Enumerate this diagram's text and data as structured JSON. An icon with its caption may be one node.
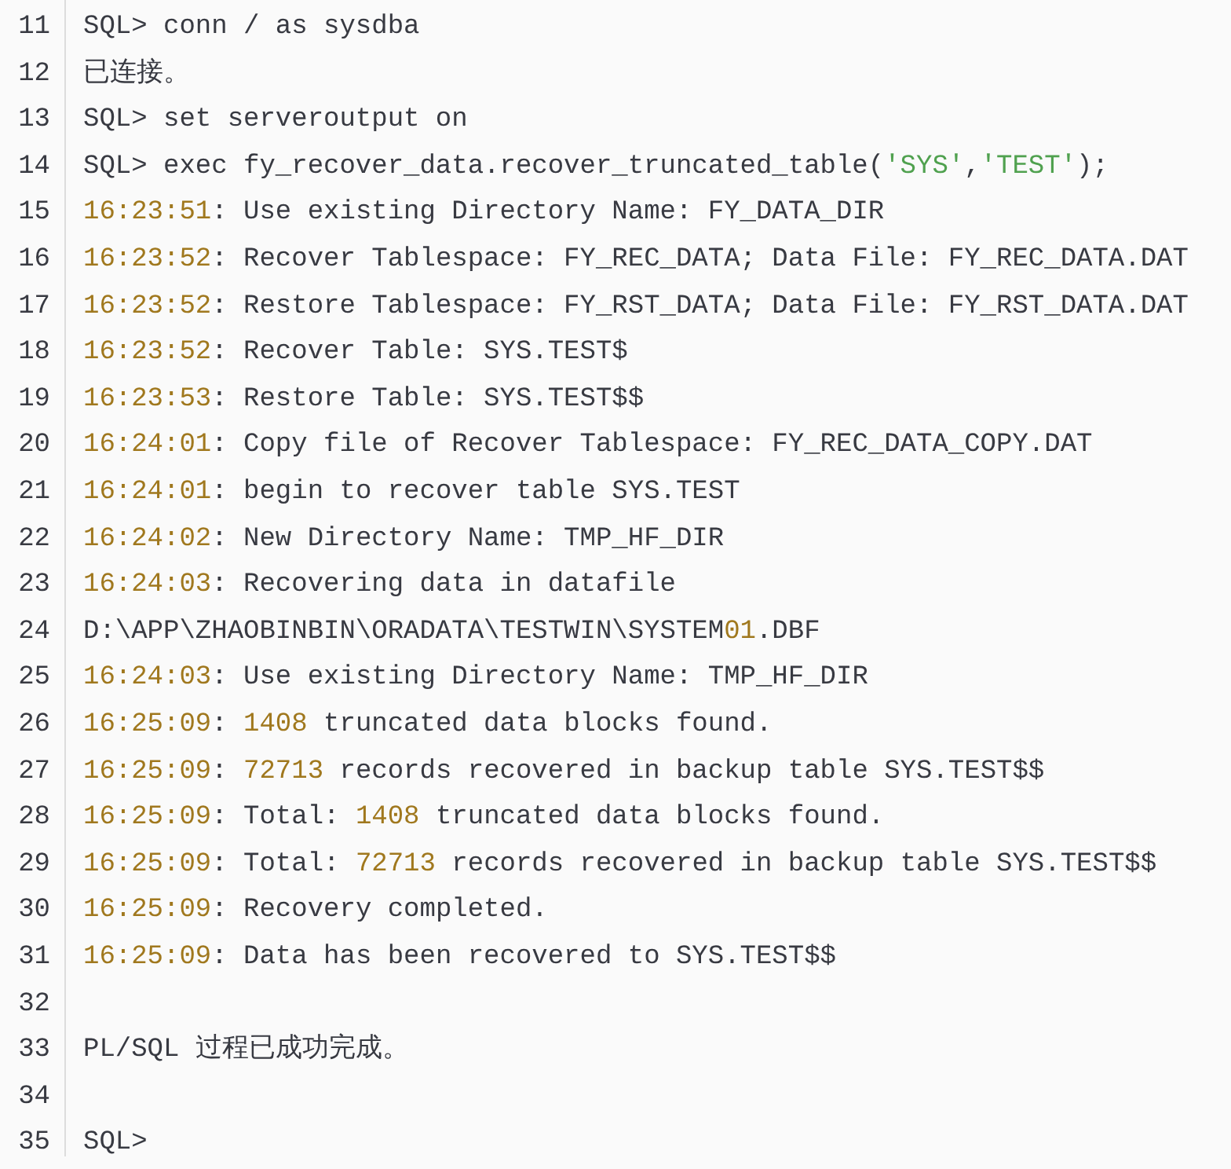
{
  "diagram": {
    "labels": [
      "11",
      "SQL> conn / as sysdba",
      "12",
      "已连接。",
      "13",
      "SQL> set serveroutput on",
      "14",
      "SQL> exec fy_recover_data.recover_truncated_table('SYS','TEST');",
      "15",
      "16:23:51: Use existing Directory Name: FY_DATA_DIR",
      "16",
      "16:23:52: Recover Tablespace: FY_REC_DATA; Data File: FY_REC_DATA.DAT",
      "17",
      "16:23:52: Restore Tablespace: FY_RST_DATA; Data File: FY_RST_DATA.DAT",
      "18",
      "16:23:52: Recover Table: SYS.TEST$",
      "19",
      "16:23:53: Restore Table: SYS.TEST$$",
      "20",
      "16:24:01: Copy file of Recover Tablespace: FY_REC_DATA_COPY.DAT",
      "21",
      "16:24:01: begin to recover table SYS.TEST",
      "22",
      "16:24:02: New Directory Name: TMP_HF_DIR",
      "23",
      "16:24:03: Recovering data in datafile",
      "24",
      "D:\\APP\\ZHAOBINBIN\\ORADATA\\TESTWIN\\SYSTEM01.DBF",
      "25",
      "16:24:03: Use existing Directory Name: TMP_HF_DIR",
      "26",
      "16:25:09: 1408 truncated data blocks found.",
      "27",
      "16:25:09: 72713 records recovered in backup table SYS.TEST$$",
      "28",
      "16:25:09: Total: 1408 truncated data blocks found.",
      "29",
      "16:25:09: Total: 72713 records recovered in backup table SYS.TEST$$",
      "30",
      "16:25:09: Recovery completed.",
      "31",
      "16:25:09: Data has been recovered to SYS.TEST$$",
      "32",
      "33",
      "PL/SQL 过程已成功完成。",
      "34",
      "35",
      "SQL>"
    ]
  }
}
